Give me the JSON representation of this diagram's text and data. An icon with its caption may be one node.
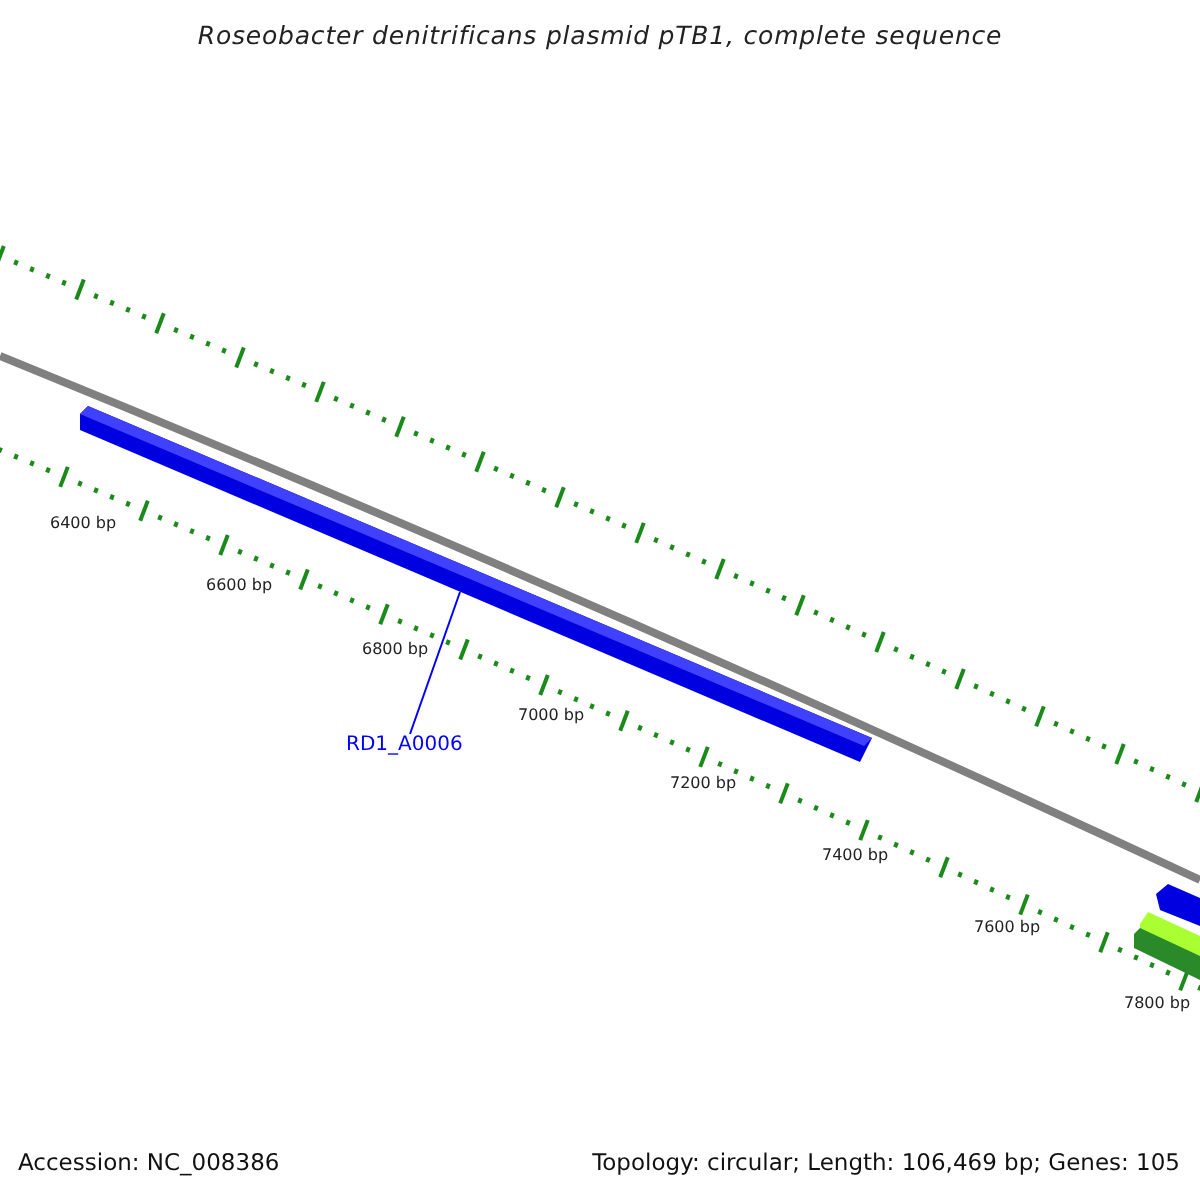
{
  "diagram": {
    "title": "Roseobacter denitrificans plasmid pTB1, complete sequence",
    "nodes": [
      {
        "text": [
          "RD1_A0006"
        ]
      },
      {
        "text": [],
        "shape": "bar"
      }
    ],
    "edges": [
      {
        "from": 0,
        "to": 1,
        "arrow": "none"
      }
    ],
    "labels": [
      "6400 bp",
      "6600 bp",
      "6800 bp",
      "7000 bp",
      "7200 bp",
      "7400 bp",
      "7600 bp",
      "7800 bp",
      "Accession: NC_008386",
      "Topology: circular; Length: 106,469 bp; Genes: 105"
    ]
  }
}
